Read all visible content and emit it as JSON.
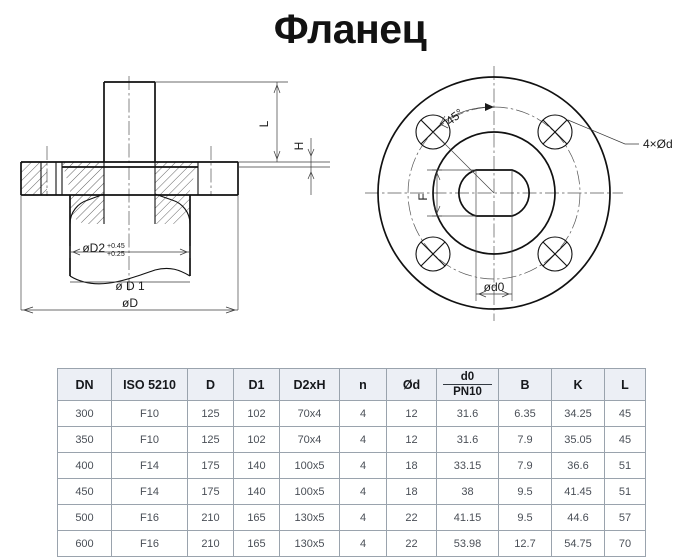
{
  "title": "Фланец",
  "drawing": {
    "section_view": {
      "name": "flange-cross-section",
      "labels": {
        "length": "L",
        "thickness": "H",
        "d2_symbol": "øD2",
        "d2_tol_upper": "+0.45",
        "d2_tol_lower": "+0.25",
        "d1": "ø D 1",
        "d_outer": "øD"
      }
    },
    "front_view": {
      "name": "flange-front-view",
      "labels": {
        "angle": "45°",
        "bolt_holes": "4×Ød",
        "flat_width": "F",
        "bore": "ød0"
      },
      "bolt_hole_count": 4
    }
  },
  "table": {
    "columns": [
      {
        "key": "dn",
        "label": "DN",
        "sub": null
      },
      {
        "key": "iso",
        "label": "ISO 5210",
        "sub": null
      },
      {
        "key": "d",
        "label": "D",
        "sub": null
      },
      {
        "key": "d1",
        "label": "D1",
        "sub": null
      },
      {
        "key": "d2h",
        "label": "D2xH",
        "sub": null
      },
      {
        "key": "n",
        "label": "n",
        "sub": null
      },
      {
        "key": "od",
        "label": "Ød",
        "sub": null
      },
      {
        "key": "d0",
        "label": "d0",
        "sub": "PN10"
      },
      {
        "key": "b",
        "label": "B",
        "sub": null
      },
      {
        "key": "k",
        "label": "K",
        "sub": null
      },
      {
        "key": "l",
        "label": "L",
        "sub": null
      }
    ],
    "rows": [
      [
        "300",
        "F10",
        "125",
        "102",
        "70x4",
        "4",
        "12",
        "31.6",
        "6.35",
        "34.25",
        "45"
      ],
      [
        "350",
        "F10",
        "125",
        "102",
        "70x4",
        "4",
        "12",
        "31.6",
        "7.9",
        "35.05",
        "45"
      ],
      [
        "400",
        "F14",
        "175",
        "140",
        "100x5",
        "4",
        "18",
        "33.15",
        "7.9",
        "36.6",
        "51"
      ],
      [
        "450",
        "F14",
        "175",
        "140",
        "100x5",
        "4",
        "18",
        "38",
        "9.5",
        "41.45",
        "51"
      ],
      [
        "500",
        "F16",
        "210",
        "165",
        "130x5",
        "4",
        "22",
        "41.15",
        "9.5",
        "44.6",
        "57"
      ],
      [
        "600",
        "F16",
        "210",
        "165",
        "130x5",
        "4",
        "22",
        "53.98",
        "12.7",
        "54.75",
        "70"
      ]
    ]
  },
  "colors": {
    "header_bg": "#eceff5",
    "border": "#9aa3ad",
    "line": "#111111",
    "text": "#1a1a1a"
  }
}
